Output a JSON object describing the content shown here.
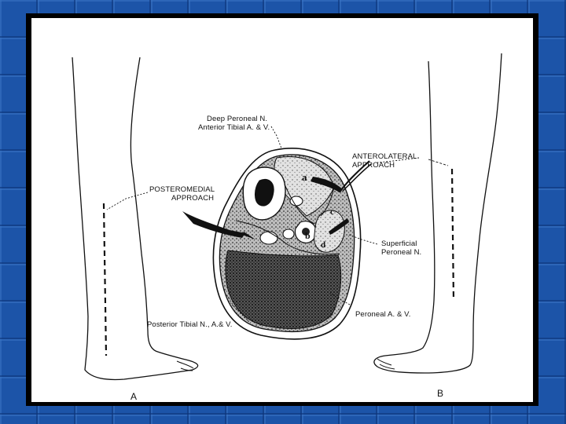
{
  "labels": {
    "deep_peroneal": "Deep Peroneal N.",
    "anterior_tibial": "Anterior Tibial A. & V.",
    "anterolateral_1": "ANTEROLATERAL",
    "anterolateral_2": "APPROACH",
    "posteromedial_1": "POSTEROMEDIAL",
    "posteromedial_2": "APPROACH",
    "superficial_1": "Superficial",
    "superficial_2": "Peroneal N.",
    "peroneal_av": "Peroneal A. & V.",
    "posterior_tibial": "Posterior Tibial N., A.& V.",
    "compartment_a": "a",
    "compartment_b": "b",
    "compartment_c": "c",
    "compartment_d": "d",
    "panel_a": "A",
    "panel_b": "B"
  },
  "colors": {
    "slide_background": "#1a4fa0",
    "frame": "#000000",
    "panel": "#ffffff"
  }
}
